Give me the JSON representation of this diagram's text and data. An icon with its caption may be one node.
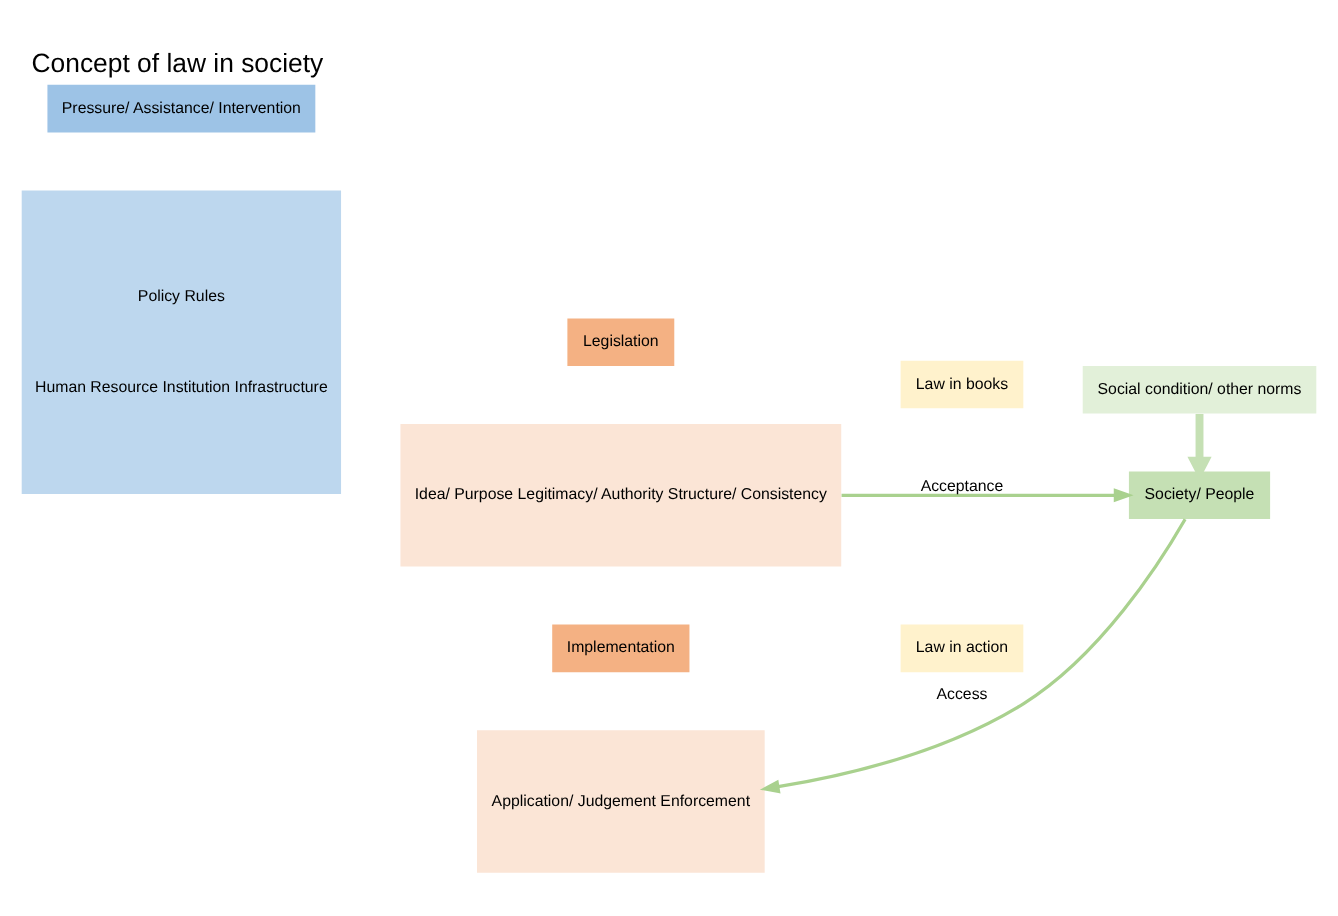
{
  "diagram": {
    "title": "Concept of law in society",
    "nodes": [
      {
        "text": [
          "Pressure/ Assistance/ Intervention"
        ]
      },
      {
        "text": [
          "Policy Rules",
          "Human Resource Institution Infrastructure"
        ]
      },
      {
        "text": [
          "Legislation"
        ]
      },
      {
        "text": [
          "Law in books"
        ]
      },
      {
        "text": [
          "Idea/ Purpose Legitimacy/ Authority Structure/ Consistency"
        ]
      },
      {
        "text": [
          "Implementation"
        ]
      },
      {
        "text": [
          "Law in action"
        ]
      },
      {
        "text": [
          "Application/ Judgement Enforcement"
        ]
      },
      {
        "text": [
          "Society/ People"
        ]
      },
      {
        "text": [
          "Social condition/ other norms"
        ]
      }
    ],
    "edges": [
      {
        "from": 4,
        "to": 8,
        "arrow": "to",
        "label": "Acceptance",
        "color": "#a9d18e"
      },
      {
        "from": 8,
        "to": 7,
        "arrow": "to",
        "label": "Access",
        "color": "#a9d18e"
      },
      {
        "from": 9,
        "to": 8,
        "arrow": "to",
        "style": "thick",
        "color": "#c5e0b4"
      }
    ]
  }
}
